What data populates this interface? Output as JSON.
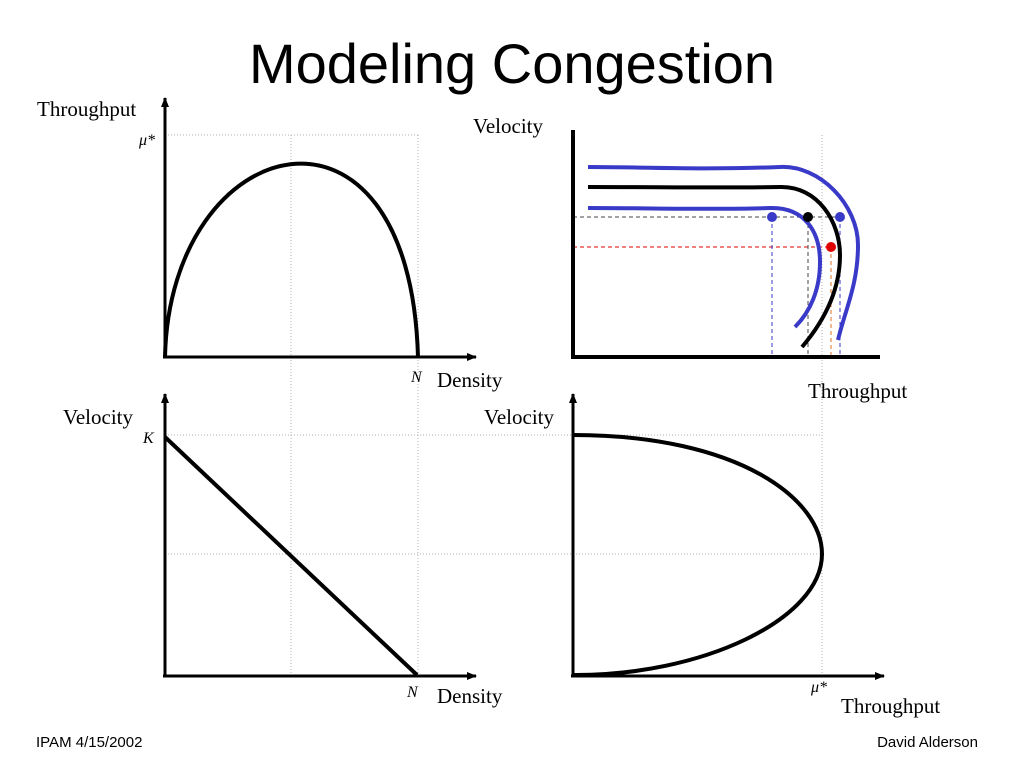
{
  "slide": {
    "title": "Modeling Congestion",
    "footer_left": "IPAM 4/15/2002",
    "footer_right": "David Alderson"
  },
  "panels": {
    "top_left": {
      "y_label": "Throughput",
      "x_label": "Density",
      "y_mark": "μ*",
      "x_mark": "N"
    },
    "top_right": {
      "y_label": "Velocity",
      "x_label": "Throughput"
    },
    "bottom_left": {
      "y_label": "Velocity",
      "x_label": "Density",
      "y_mark": "K",
      "x_mark": "N"
    },
    "bottom_right": {
      "y_label": "Velocity",
      "x_label": "Throughput",
      "x_mark": "μ*"
    }
  },
  "colors": {
    "curve": "#000000",
    "blue_curve": "#3a3ac8",
    "red_marker": "#e00000",
    "grid": "#b0b0b0"
  }
}
